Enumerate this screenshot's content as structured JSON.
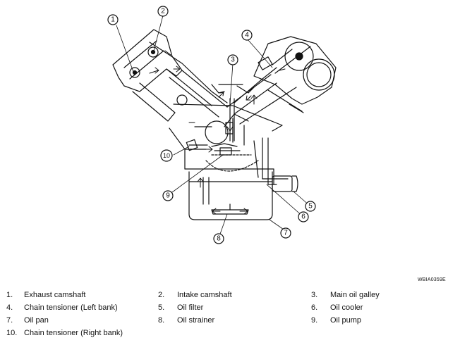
{
  "diagram": {
    "callouts": [
      "1",
      "2",
      "3",
      "4",
      "5",
      "6",
      "7",
      "8",
      "9",
      "10"
    ],
    "figure_code": "WBIA0359E"
  },
  "legend": [
    {
      "num": "1.",
      "label": "Exhaust camshaft"
    },
    {
      "num": "2.",
      "label": "Intake camshaft"
    },
    {
      "num": "3.",
      "label": "Main oil galley"
    },
    {
      "num": "4.",
      "label": "Chain tensioner (Left bank)"
    },
    {
      "num": "5.",
      "label": "Oil filter"
    },
    {
      "num": "6.",
      "label": "Oil cooler"
    },
    {
      "num": "7.",
      "label": "Oil pan"
    },
    {
      "num": "8.",
      "label": "Oil strainer"
    },
    {
      "num": "9.",
      "label": "Oil pump"
    },
    {
      "num": "10.",
      "label": "Chain tensioner (Right bank)"
    }
  ]
}
